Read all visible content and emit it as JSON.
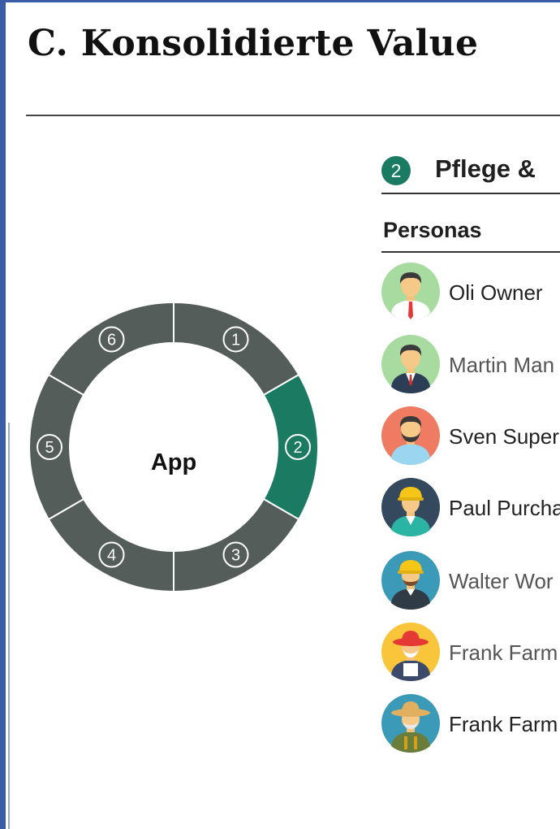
{
  "page": {
    "title": "C. Konsolidierte Value"
  },
  "ring": {
    "center_label": "App",
    "segments": [
      {
        "label": "1",
        "color": "#545d5a"
      },
      {
        "label": "2",
        "color": "#1a7a62"
      },
      {
        "label": "3",
        "color": "#545d5a"
      },
      {
        "label": "4",
        "color": "#545d5a"
      },
      {
        "label": "5",
        "color": "#545d5a"
      },
      {
        "label": "6",
        "color": "#545d5a"
      }
    ]
  },
  "section": {
    "number": "2",
    "title": "Pflege &"
  },
  "personas": {
    "heading": "Personas",
    "items": [
      {
        "name": "Oli Owner",
        "icon": "owner-avatar-icon"
      },
      {
        "name": "Martin Man",
        "icon": "manager-avatar-icon"
      },
      {
        "name": "Sven Super",
        "icon": "supervisor-avatar-icon"
      },
      {
        "name": "Paul Purcha",
        "icon": "purchaser-avatar-icon"
      },
      {
        "name": "Walter Wor",
        "icon": "worker-avatar-icon"
      },
      {
        "name": "Frank Farm",
        "icon": "farmer-avatar-icon"
      },
      {
        "name": "Frank Farm",
        "icon": "farmer-hat-avatar-icon"
      }
    ]
  }
}
